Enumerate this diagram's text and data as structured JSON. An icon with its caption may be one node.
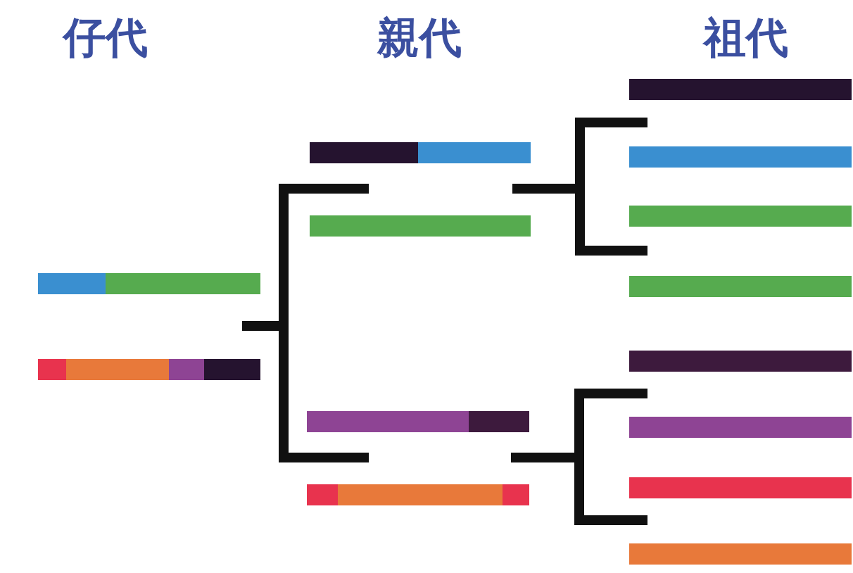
{
  "diagram": {
    "nodes": [
      {
        "text": [],
        "shape": "bar"
      },
      {
        "text": [],
        "shape": "bar"
      },
      {
        "text": [],
        "shape": "bar"
      },
      {
        "text": [],
        "shape": "bar"
      },
      {
        "text": [],
        "shape": "bar"
      },
      {
        "text": [],
        "shape": "bar"
      },
      {
        "text": [],
        "shape": "bar"
      },
      {
        "text": [],
        "shape": "bar"
      },
      {
        "text": [],
        "shape": "bar"
      },
      {
        "text": [],
        "shape": "bar"
      },
      {
        "text": [],
        "shape": "bar"
      },
      {
        "text": [],
        "shape": "bar"
      },
      {
        "text": [],
        "shape": "bar"
      },
      {
        "text": [],
        "shape": "bar"
      }
    ],
    "edges": [
      {
        "from": 0,
        "to": 2,
        "arrow": "none"
      },
      {
        "from": 0,
        "to": 4,
        "arrow": "none"
      },
      {
        "from": 2,
        "to": 6,
        "arrow": "none"
      },
      {
        "from": 2,
        "to": 8,
        "arrow": "none"
      },
      {
        "from": 4,
        "to": 10,
        "arrow": "none"
      },
      {
        "from": 4,
        "to": 12,
        "arrow": "none"
      }
    ],
    "labels": [
      "仔代",
      "親代",
      "祖代"
    ]
  }
}
